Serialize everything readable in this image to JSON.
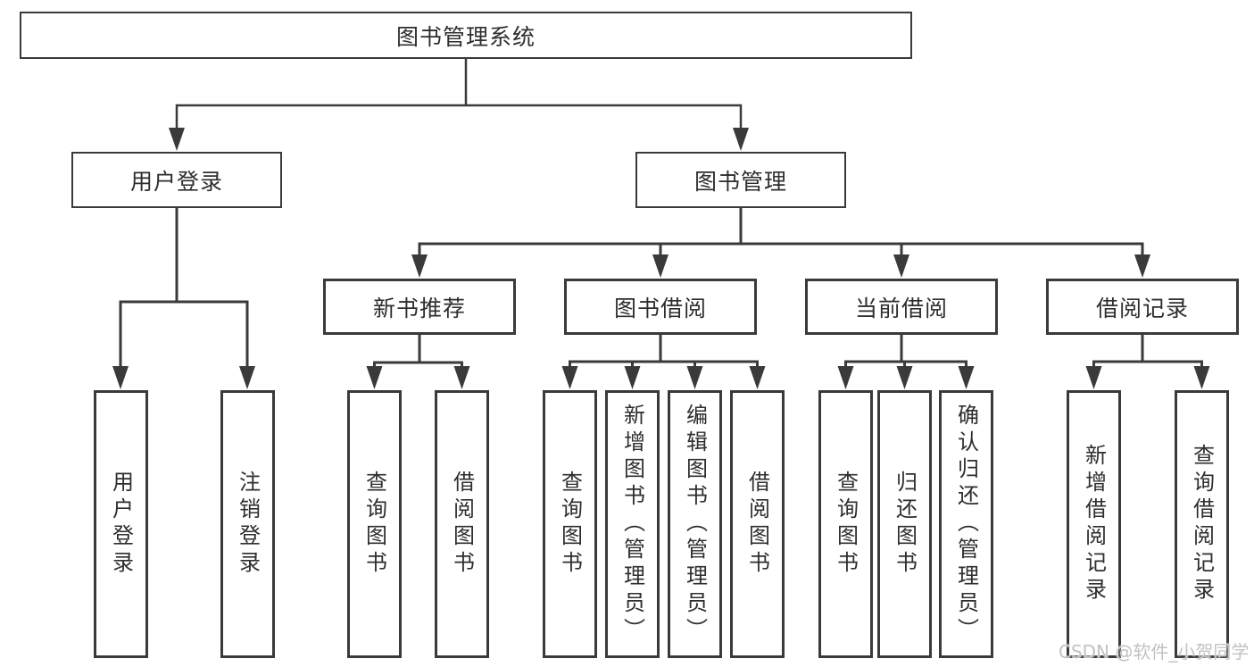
{
  "diagram": {
    "root": {
      "label": "图书管理系统"
    },
    "level2": {
      "user_login": {
        "label": "用户登录"
      },
      "book_management": {
        "label": "图书管理"
      }
    },
    "level3": {
      "new_book_recommend": {
        "label": "新书推荐"
      },
      "book_borrow": {
        "label": "图书借阅"
      },
      "current_borrow": {
        "label": "当前借阅"
      },
      "borrow_records": {
        "label": "借阅记录"
      }
    },
    "leaves": {
      "user_login": [
        {
          "label": "用户登录"
        },
        {
          "label": "注销登录"
        }
      ],
      "new_book_recommend": [
        {
          "label": "查询图书"
        },
        {
          "label": "借阅图书"
        }
      ],
      "book_borrow": [
        {
          "label": "查询图书"
        },
        {
          "label": "新增图书（管理员）"
        },
        {
          "label": "编辑图书（管理员）"
        },
        {
          "label": "借阅图书"
        }
      ],
      "current_borrow": [
        {
          "label": "查询图书"
        },
        {
          "label": "归还图书"
        },
        {
          "label": "确认归还（管理员）"
        }
      ],
      "borrow_records": [
        {
          "label": "新增借阅记录"
        },
        {
          "label": "查询借阅记录"
        }
      ]
    }
  },
  "watermark": {
    "text": "CSDN @软件_小贺同学"
  },
  "colors": {
    "line": "#3a3a3a",
    "text": "#2e2e2e",
    "background": "#ffffff",
    "watermark": "#bfc2c6"
  }
}
